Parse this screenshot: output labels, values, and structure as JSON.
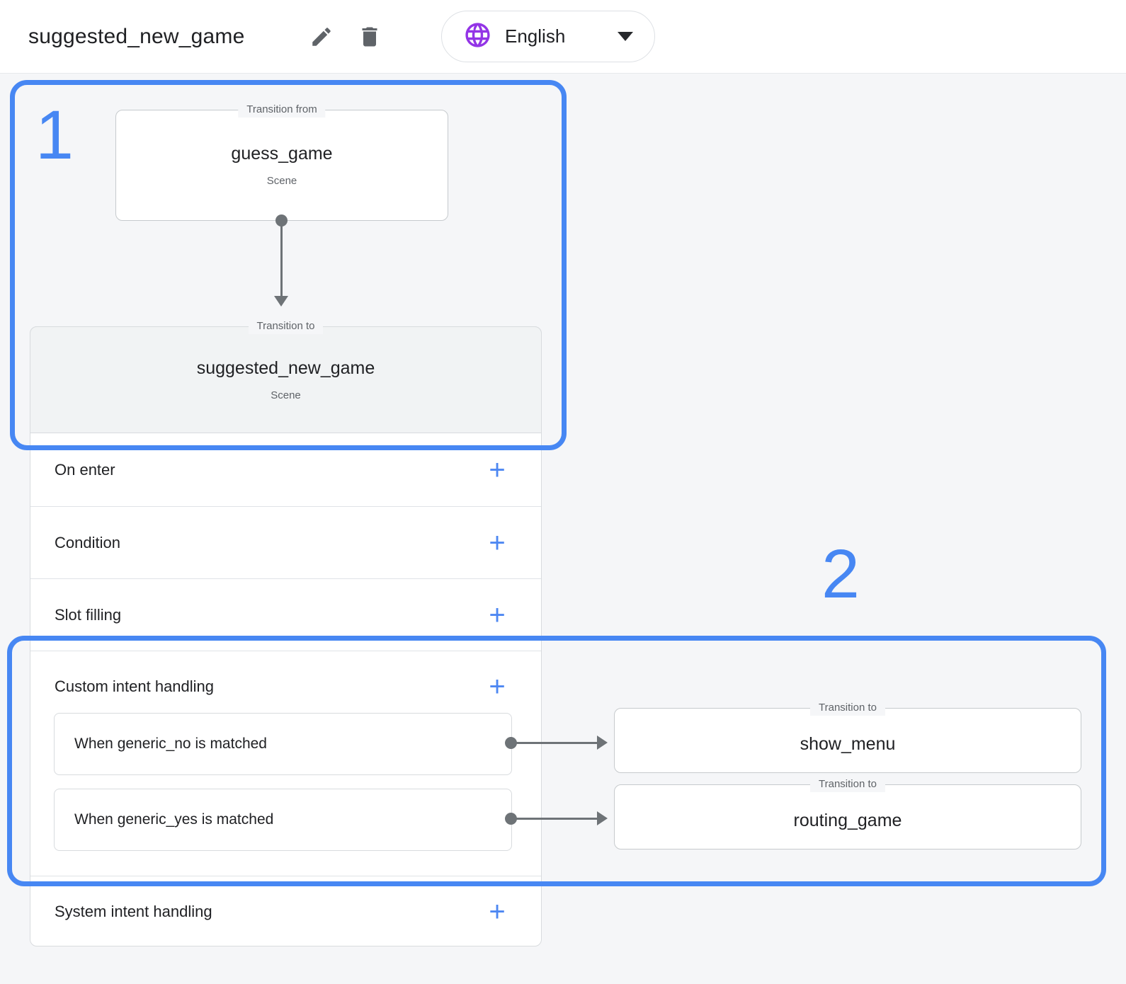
{
  "header": {
    "title": "suggested_new_game",
    "language_selector": {
      "label": "English"
    }
  },
  "icons": {
    "add_glyph": "+",
    "edit": "pencil-icon",
    "delete": "trash-icon",
    "language": "globe-icon",
    "expand": "caret-down-icon"
  },
  "colors": {
    "annotation_blue": "#4787f3",
    "globe_purple": "#9334e6",
    "connector_gray": "#6e7377"
  },
  "annotations": {
    "step_1": "1",
    "step_2": "2"
  },
  "flow": {
    "transition_from": {
      "legend": "Transition from",
      "name": "guess_game",
      "type": "Scene"
    },
    "transition_to": {
      "legend": "Transition to",
      "name": "suggested_new_game",
      "type": "Scene"
    }
  },
  "scene_panel": {
    "sections": {
      "on_enter": "On enter",
      "condition": "Condition",
      "slot_filling": "Slot filling",
      "custom_intent": "Custom intent handling",
      "system_intent": "System intent handling"
    },
    "custom_intents": [
      {
        "label": "When generic_no is matched",
        "target": {
          "legend": "Transition to",
          "name": "show_menu"
        }
      },
      {
        "label": "When generic_yes is matched",
        "target": {
          "legend": "Transition to",
          "name": "routing_game"
        }
      }
    ]
  }
}
